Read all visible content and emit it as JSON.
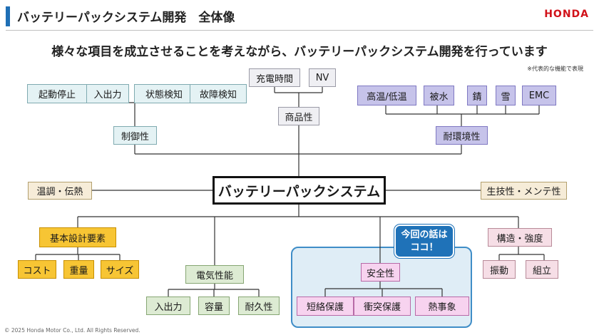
{
  "header": {
    "title": "バッテリーパックシステム開発　全体像",
    "brand": "HONDA"
  },
  "subtitle": "様々な項目を成立させることを考えながら、バッテリーパックシステム開発を行っています",
  "note": "※代表的な機能で表現",
  "footer": "© 2025 Honda Motor Co., Ltd. All Rights Reserved.",
  "callout": {
    "line1": "今回の話は",
    "line2": "ココ！"
  },
  "diagram": {
    "center": "バッテリーパックシステム",
    "control": {
      "label": "制御性",
      "items": [
        "起動停止",
        "入出力",
        "状態検知",
        "故障検知"
      ]
    },
    "product": {
      "label": "商品性",
      "items": [
        "充電時間",
        "NV"
      ]
    },
    "environment": {
      "label": "耐環境性",
      "items": [
        "高温/低温",
        "被水",
        "錆",
        "雪",
        "EMC"
      ]
    },
    "thermal": "温調・伝熱",
    "production": "生技性・メンテ性",
    "basic_design": {
      "label": "基本設計要素",
      "items": [
        "コスト",
        "重量",
        "サイズ"
      ]
    },
    "electrical": {
      "label": "電気性能",
      "items": [
        "入出力",
        "容量",
        "耐久性"
      ]
    },
    "safety": {
      "label": "安全性",
      "items": [
        "短絡保護",
        "衝突保護",
        "熱事象"
      ]
    },
    "structure": {
      "label": "構造・強度",
      "items": [
        "振動",
        "組立"
      ]
    }
  }
}
